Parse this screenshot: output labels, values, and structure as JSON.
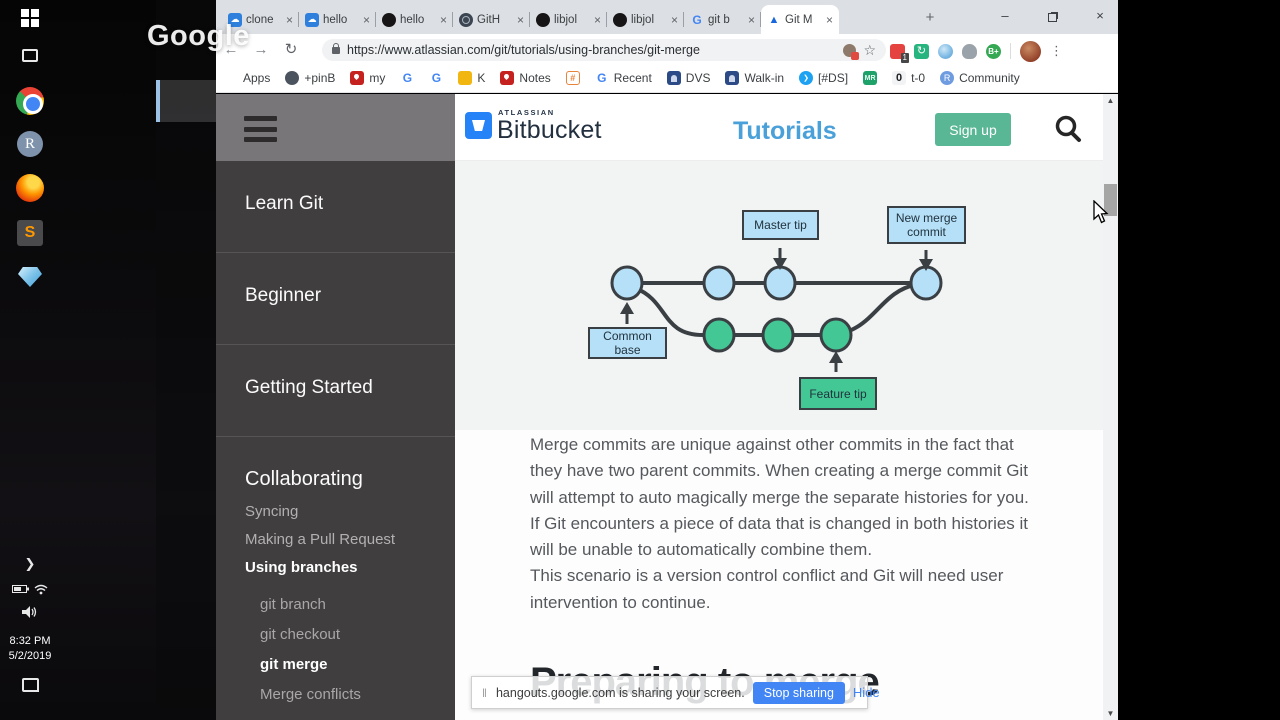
{
  "watermark": "Google",
  "taskbar": {
    "clock_time": "8:32 PM",
    "clock_date": "5/2/2019",
    "icons": [
      "windows-start",
      "task-view",
      "chrome",
      "r-app",
      "firefox",
      "sublime-text",
      "screen-share",
      "tray-expand",
      "battery",
      "wifi",
      "speaker",
      "action-center"
    ]
  },
  "browser": {
    "tabs": [
      {
        "label": "clone",
        "icon": "cloud-app-icon"
      },
      {
        "label": "hello",
        "icon": "cloud-app-icon"
      },
      {
        "label": "hello",
        "icon": "github-icon"
      },
      {
        "label": "GitH",
        "icon": "globe-icon"
      },
      {
        "label": "libjol",
        "icon": "github-icon"
      },
      {
        "label": "libjol",
        "icon": "github-icon"
      },
      {
        "label": "git b",
        "icon": "google-icon"
      },
      {
        "label": "Git M",
        "icon": "atlassian-icon"
      }
    ],
    "close_glyph": "×",
    "new_tab_glyph": "+",
    "window_controls": {
      "minimize": "–",
      "close": "×"
    },
    "url": "https://www.atlassian.com/git/tutorials/using-branches/git-merge",
    "extension_badge_count": "1",
    "bookmarks": {
      "apps": "Apps",
      "pinb": "+pinB",
      "my": "my",
      "k": "K",
      "notes": "Notes",
      "recent": "Recent",
      "dvs": "DVS",
      "walkin": "Walk-in",
      "ds": "[#DS]",
      "zero_icon_text": "0",
      "t0": "t-0",
      "community": "Community"
    }
  },
  "sidebar": {
    "learn_git": "Learn Git",
    "beginner": "Beginner",
    "getting_started": "Getting Started",
    "collaborating": "Collaborating",
    "syncing": "Syncing",
    "making_pr": "Making a Pull Request",
    "using_branches": "Using branches",
    "git_branch": "git branch",
    "git_checkout": "git checkout",
    "git_merge": "git merge",
    "merge_conflicts": "Merge conflicts"
  },
  "site_header": {
    "brand_small": "ATLASSIAN",
    "brand": "Bitbucket",
    "nav_title": "Tutorials",
    "signup_label": "Sign up"
  },
  "diagram": {
    "master_tip": "Master tip",
    "new_merge_commit": "New merge commit",
    "common_base": "Common base",
    "feature_tip": "Feature tip",
    "colors": {
      "master_fill": "#b5e0f7",
      "feature_fill": "#43c794",
      "stroke": "#3a3f44",
      "background": "#f2f3f3"
    }
  },
  "article": {
    "paragraph1": "Merge commits are unique against other commits in the fact that they have two parent commits. When creating a merge commit Git will attempt to auto magically merge the separate histories for you. If Git encounters a piece of data that is changed in both histories it will be unable to automatically combine them.",
    "paragraph2": "This scenario is a version control conflict and Git will need user intervention to continue.",
    "section_heading": "Preparing to merge"
  },
  "share_bar": {
    "message": "hangouts.google.com is sharing your screen.",
    "stop_button": "Stop sharing",
    "hide_link": "Hide"
  }
}
